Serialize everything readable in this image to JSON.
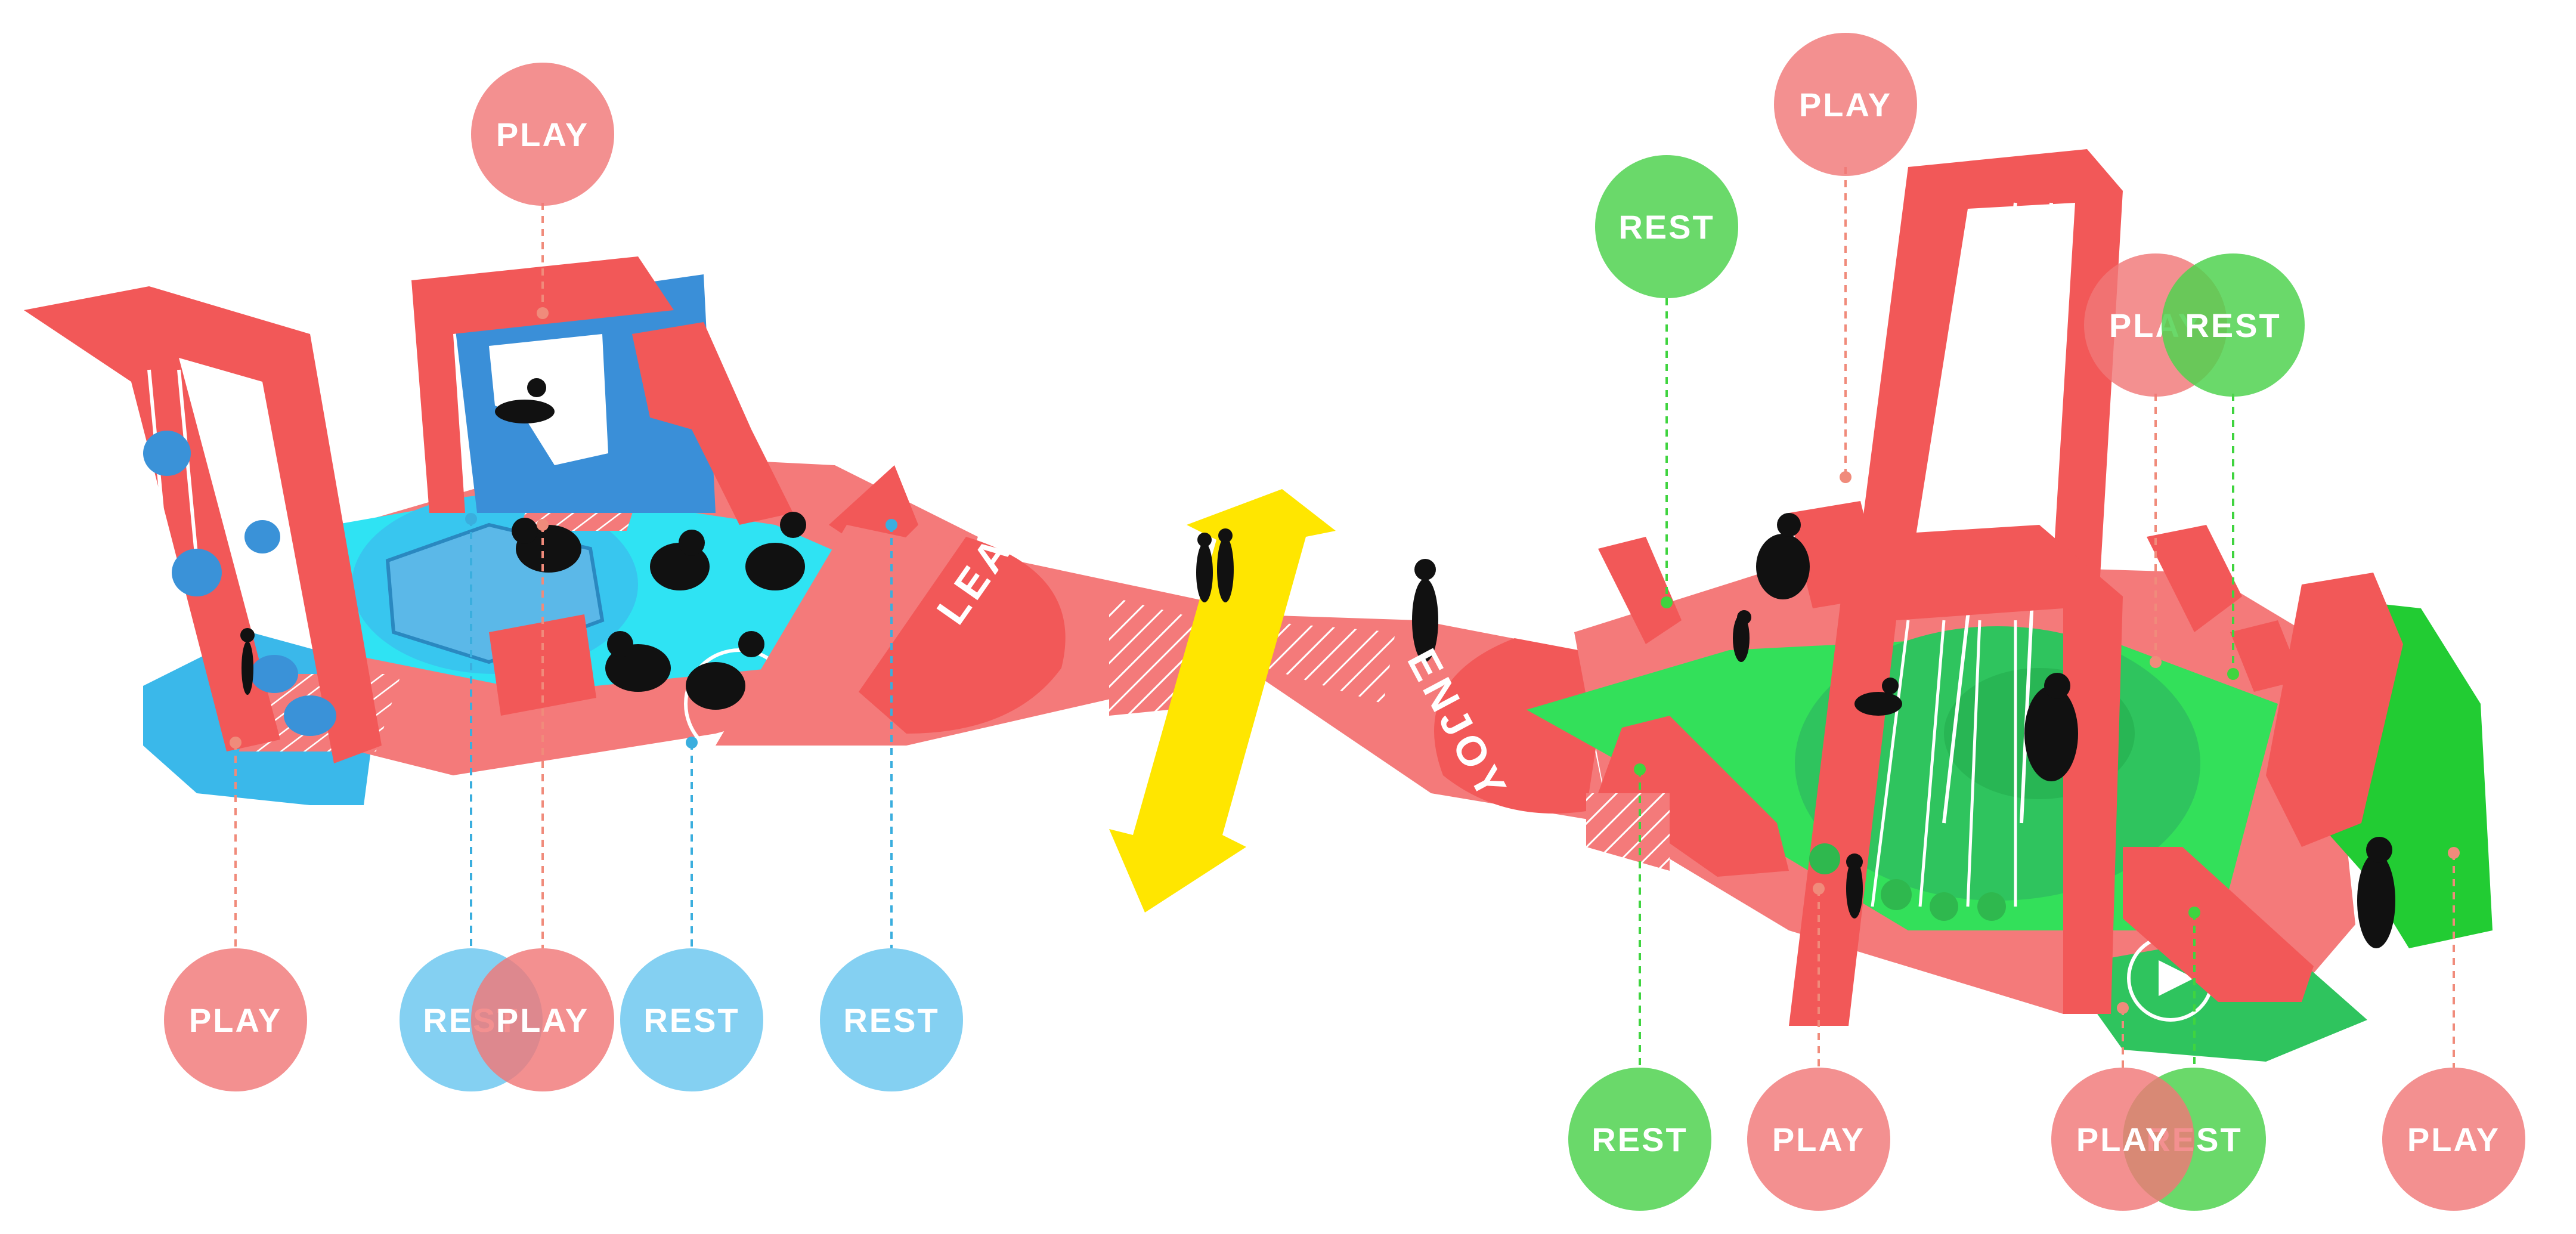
{
  "path_labels": {
    "learn": "LEARN",
    "enjoy": "ENJOY"
  },
  "tags": {
    "top_left_play": "PLAY",
    "top_right_play": "PLAY",
    "top_right_rest": "REST",
    "mid_right_play": "PLAY",
    "mid_right_rest": "REST",
    "bottom_left_play_1": "PLAY",
    "bottom_left_rest_1": "REST",
    "bottom_left_play_2": "PLAY",
    "bottom_left_rest_2": "REST",
    "bottom_left_rest_3": "REST",
    "bottom_right_rest_1": "REST",
    "bottom_right_play_1": "PLAY",
    "bottom_right_play_2": "PLAY",
    "bottom_right_rest_2": "REST",
    "bottom_right_play_3": "PLAY"
  },
  "colors": {
    "structure_red": "#f25858",
    "floor_red": "#f47a7a",
    "water_blue": "#3ab8ea",
    "cyan_pool": "#2fe3f3",
    "green_zone": "#33d95a",
    "arrow_yellow": "#ffe600",
    "figures": "#111111"
  }
}
